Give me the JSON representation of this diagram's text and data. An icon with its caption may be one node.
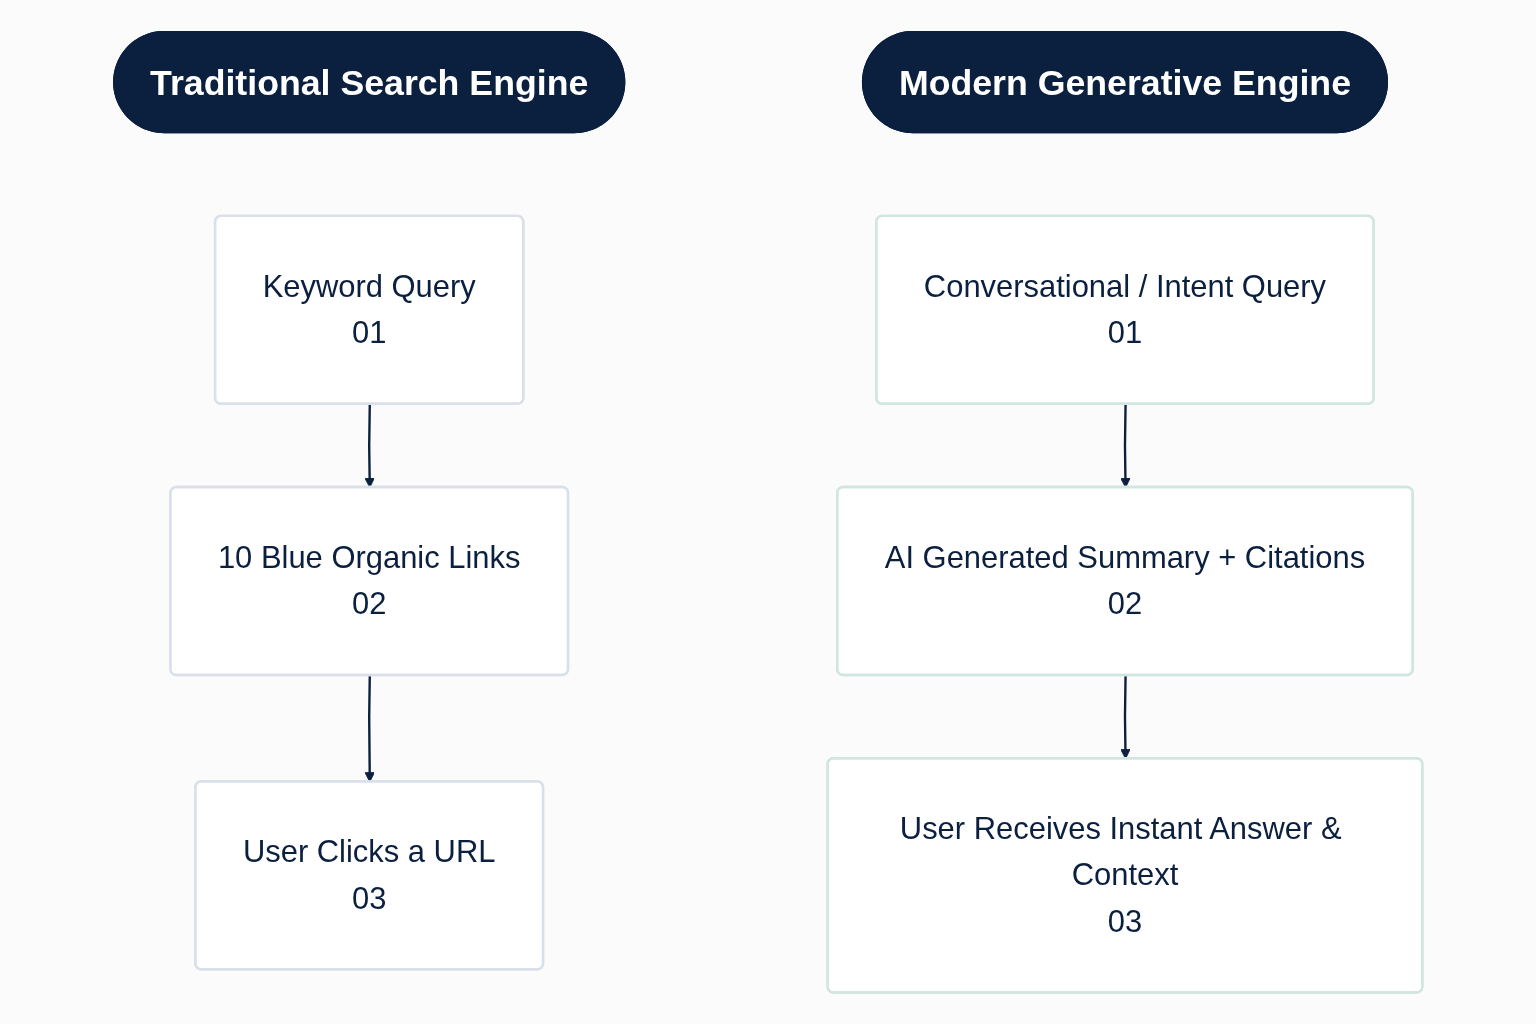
{
  "diagram": {
    "nodes": [
      {
        "text": [
          "Traditional Search Engine"
        ]
      },
      {
        "text": [
          "Keyword Query",
          "01"
        ]
      },
      {
        "text": [
          "10 Blue Organic Links",
          "02"
        ]
      },
      {
        "text": [
          "User Clicks a URL",
          "03"
        ]
      },
      {
        "text": [
          "Modern Generative Engine"
        ]
      },
      {
        "text": [
          "Conversational / Intent Query",
          "01"
        ]
      },
      {
        "text": [
          "AI Generated Summary + Citations",
          "02"
        ]
      },
      {
        "text": [
          "User Receives Instant Answer & Context",
          "03"
        ]
      }
    ],
    "edges": [
      {
        "from": 1,
        "to": 2,
        "arrow": "to"
      },
      {
        "from": 2,
        "to": 3,
        "arrow": "to"
      },
      {
        "from": 5,
        "to": 6,
        "arrow": "to"
      },
      {
        "from": 6,
        "to": 7,
        "arrow": "to"
      }
    ]
  }
}
